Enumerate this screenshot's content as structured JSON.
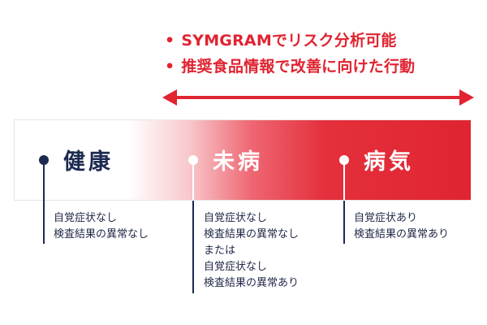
{
  "colors": {
    "accent": "#e02431",
    "navy": "#1c2950",
    "white": "#ffffff"
  },
  "features": [
    {
      "bullet": "•",
      "text": "SYMGRAMでリスク分析可能"
    },
    {
      "bullet": "•",
      "text": "推奨食品情報で改善に向けた行動"
    }
  ],
  "stages": [
    {
      "label": "健康",
      "notes": [
        "自覚症状なし",
        "検査結果の異常なし"
      ]
    },
    {
      "label": "未病",
      "notes": [
        "自覚症状なし",
        "検査結果の異常なし",
        "または",
        "自覚症状なし",
        "検査結果の異常あり"
      ]
    },
    {
      "label": "病気",
      "notes": [
        "自覚症状あり",
        "検査結果の異常あり"
      ]
    }
  ]
}
